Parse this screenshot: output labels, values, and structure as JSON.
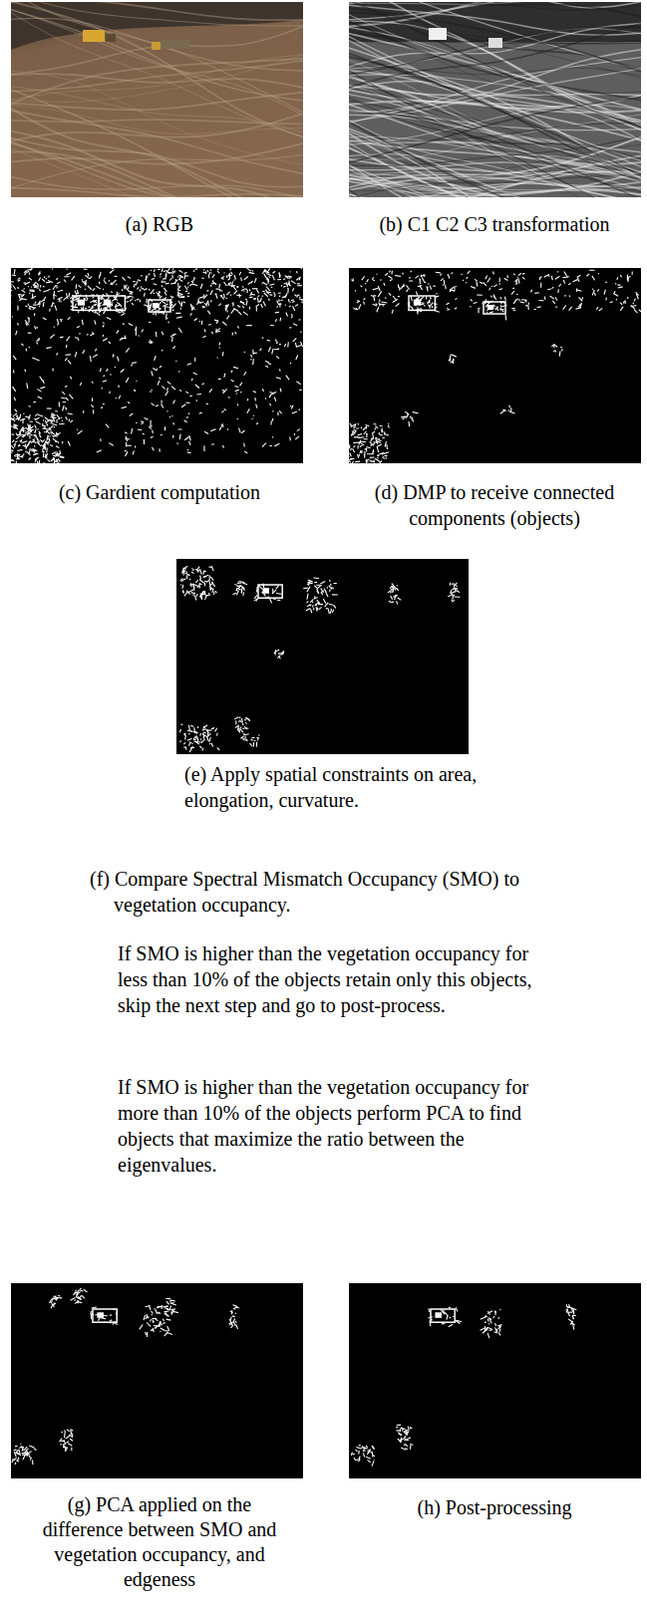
{
  "diagram": {
    "labels": [
      "(a) RGB",
      "(b) C1 C2 C3 transformation",
      "(c) Gardient computation",
      "(d) DMP to receive connected components (objects)",
      "(e) Apply spatial constraints on area, elongation, curvature.",
      "(f) Compare Spectral Mismatch Occupancy (SMO) to vegetation occupancy.",
      "If SMO is higher than the vegetation occupancy for less than 10% of the objects retain only this objects, skip the next step and go to post-process.",
      "If SMO is higher than the vegetation occupancy for more than 10% of the objects perform PCA to find objects that maximize the ratio between the eigenvalues.",
      "(g) PCA applied on the difference between SMO and vegetation occupancy, and edgeness",
      "(h) Post-processing"
    ]
  }
}
